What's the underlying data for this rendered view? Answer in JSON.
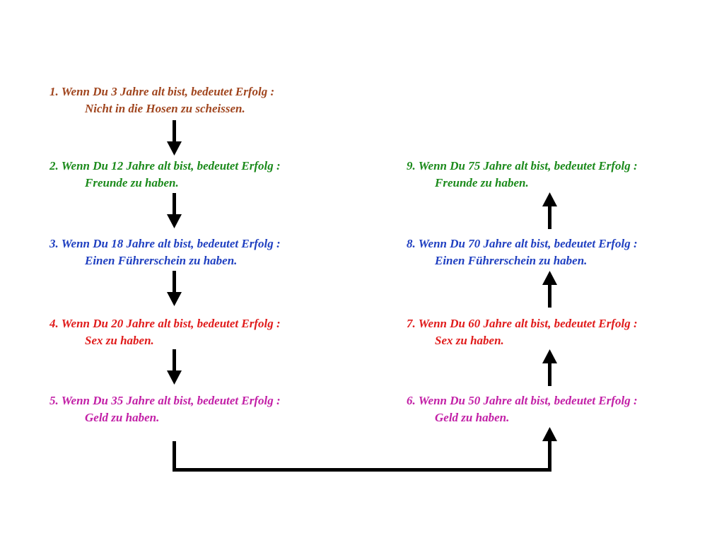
{
  "steps": [
    {
      "id": "s1",
      "line1": "1. Wenn Du 3 Jahre alt bist, bedeutet Erfolg :",
      "line2": "Nicht in die Hosen zu scheissen.",
      "color": "#a0451e"
    },
    {
      "id": "s2",
      "line1": "2. Wenn Du 12 Jahre alt bist, bedeutet Erfolg :",
      "line2": "Freunde zu haben.",
      "color": "#1b8a1b"
    },
    {
      "id": "s3",
      "line1": "3. Wenn Du 18 Jahre alt bist, bedeutet Erfolg :",
      "line2": "Einen Führerschein zu haben.",
      "color": "#1f3fc0"
    },
    {
      "id": "s4",
      "line1": "4. Wenn Du 20 Jahre alt bist, bedeutet Erfolg :",
      "line2": "Sex zu haben.",
      "color": "#e01b1b"
    },
    {
      "id": "s5",
      "line1": "5. Wenn Du 35 Jahre alt bist, bedeutet Erfolg :",
      "line2": "Geld zu haben.",
      "color": "#c21fa6"
    },
    {
      "id": "s6",
      "line1": "6. Wenn Du 50 Jahre alt bist, bedeutet Erfolg :",
      "line2": "Geld zu haben.",
      "color": "#c21fa6"
    },
    {
      "id": "s7",
      "line1": "7. Wenn Du 60 Jahre alt bist, bedeutet Erfolg :",
      "line2": "Sex zu haben.",
      "color": "#e01b1b"
    },
    {
      "id": "s8",
      "line1": "8. Wenn Du 70 Jahre alt bist, bedeutet Erfolg :",
      "line2": "Einen Führerschein zu haben.",
      "color": "#1f3fc0"
    },
    {
      "id": "s9",
      "line1": "9. Wenn Du 75 Jahre alt bist, bedeutet Erfolg :",
      "line2": "Freunde zu haben.",
      "color": "#1b8a1b"
    }
  ],
  "arrow_color": "#000000"
}
